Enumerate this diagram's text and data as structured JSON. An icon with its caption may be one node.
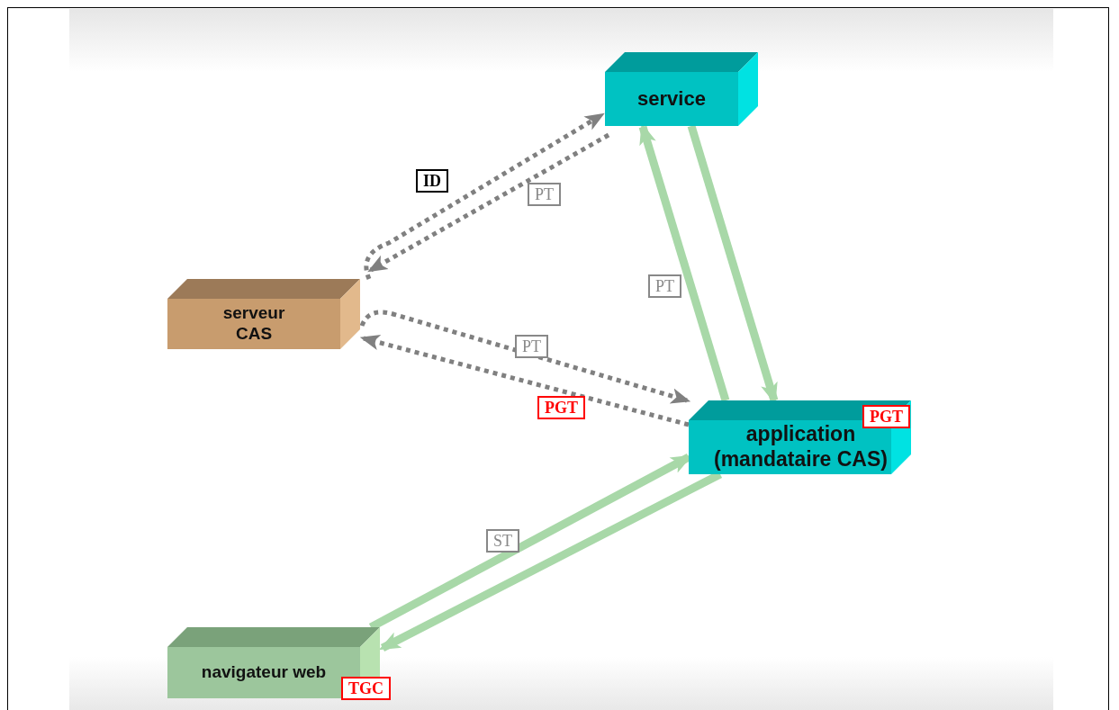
{
  "diagram": {
    "nodes": [
      {
        "text": [
          "service"
        ]
      },
      {
        "text": [
          "serveur CAS"
        ]
      },
      {
        "text": [
          "application (mandataire CAS)"
        ],
        "beside": [
          "PGT"
        ]
      },
      {
        "text": [
          "navigateur web"
        ],
        "beside": [
          "TGC"
        ]
      }
    ],
    "edges": [
      {
        "from": 1,
        "to": 0,
        "arrow": "to",
        "label": "ID",
        "style": "dashed"
      },
      {
        "from": 0,
        "to": 1,
        "arrow": "to",
        "label": "PT",
        "style": "dashed"
      },
      {
        "from": 1,
        "to": 2,
        "arrow": "to",
        "label": "PT",
        "style": "dashed"
      },
      {
        "from": 2,
        "to": 1,
        "arrow": "to",
        "label": "PGT",
        "style": "dashed"
      },
      {
        "from": 2,
        "to": 0,
        "arrow": "to",
        "label": "PT",
        "style": "thick",
        "color": "#a8d8a8"
      },
      {
        "from": 0,
        "to": 2,
        "arrow": "to",
        "style": "thick",
        "color": "#a8d8a8"
      },
      {
        "from": 3,
        "to": 2,
        "arrow": "to",
        "label": "ST",
        "style": "thick",
        "color": "#a8d8a8"
      },
      {
        "from": 2,
        "to": 3,
        "arrow": "to",
        "style": "thick",
        "color": "#a8d8a8"
      }
    ]
  }
}
